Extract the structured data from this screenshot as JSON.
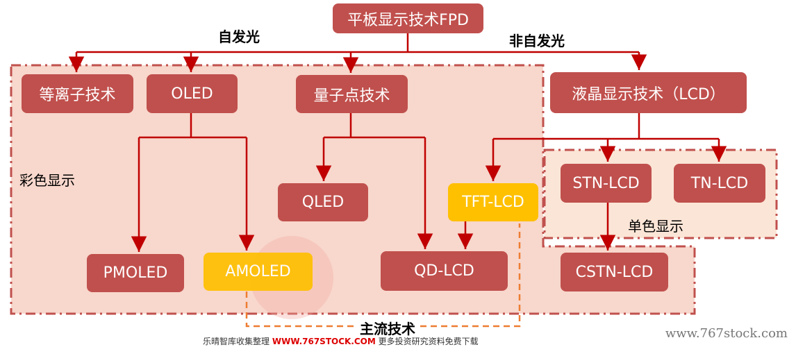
{
  "root": "平板显示技术FPD",
  "branches": {
    "emissive": "自发光",
    "non_emissive": "非自发光"
  },
  "nodes": {
    "plasma": "等离子技术",
    "oled": "OLED",
    "quantum_dot": "量子点技术",
    "lcd": "液晶显示技术（LCD）",
    "qled": "QLED",
    "tft_lcd": "TFT-LCD",
    "stn_lcd": "STN-LCD",
    "tn_lcd": "TN-LCD",
    "pmoled": "PMOLED",
    "amoled": "AMOLED",
    "qd_lcd": "QD-LCD",
    "cstn_lcd": "CSTN-LCD"
  },
  "regions": {
    "color": "彩色显示",
    "mono": "单色显示",
    "mainstream": "主流技术"
  },
  "footer": {
    "prefix": "乐晴智库收集整理",
    "site": "WWW.767STOCK.COM",
    "suffix": "更多投资研究资料免费下载"
  },
  "watermark": "www.767stock.com",
  "colors": {
    "node": "#c0504d",
    "highlight": "#ffc000",
    "region": "#f8d7cc",
    "mono_region": "#fbe5d6",
    "line": "#c00000",
    "mainstream_border": "#ed7d31"
  }
}
